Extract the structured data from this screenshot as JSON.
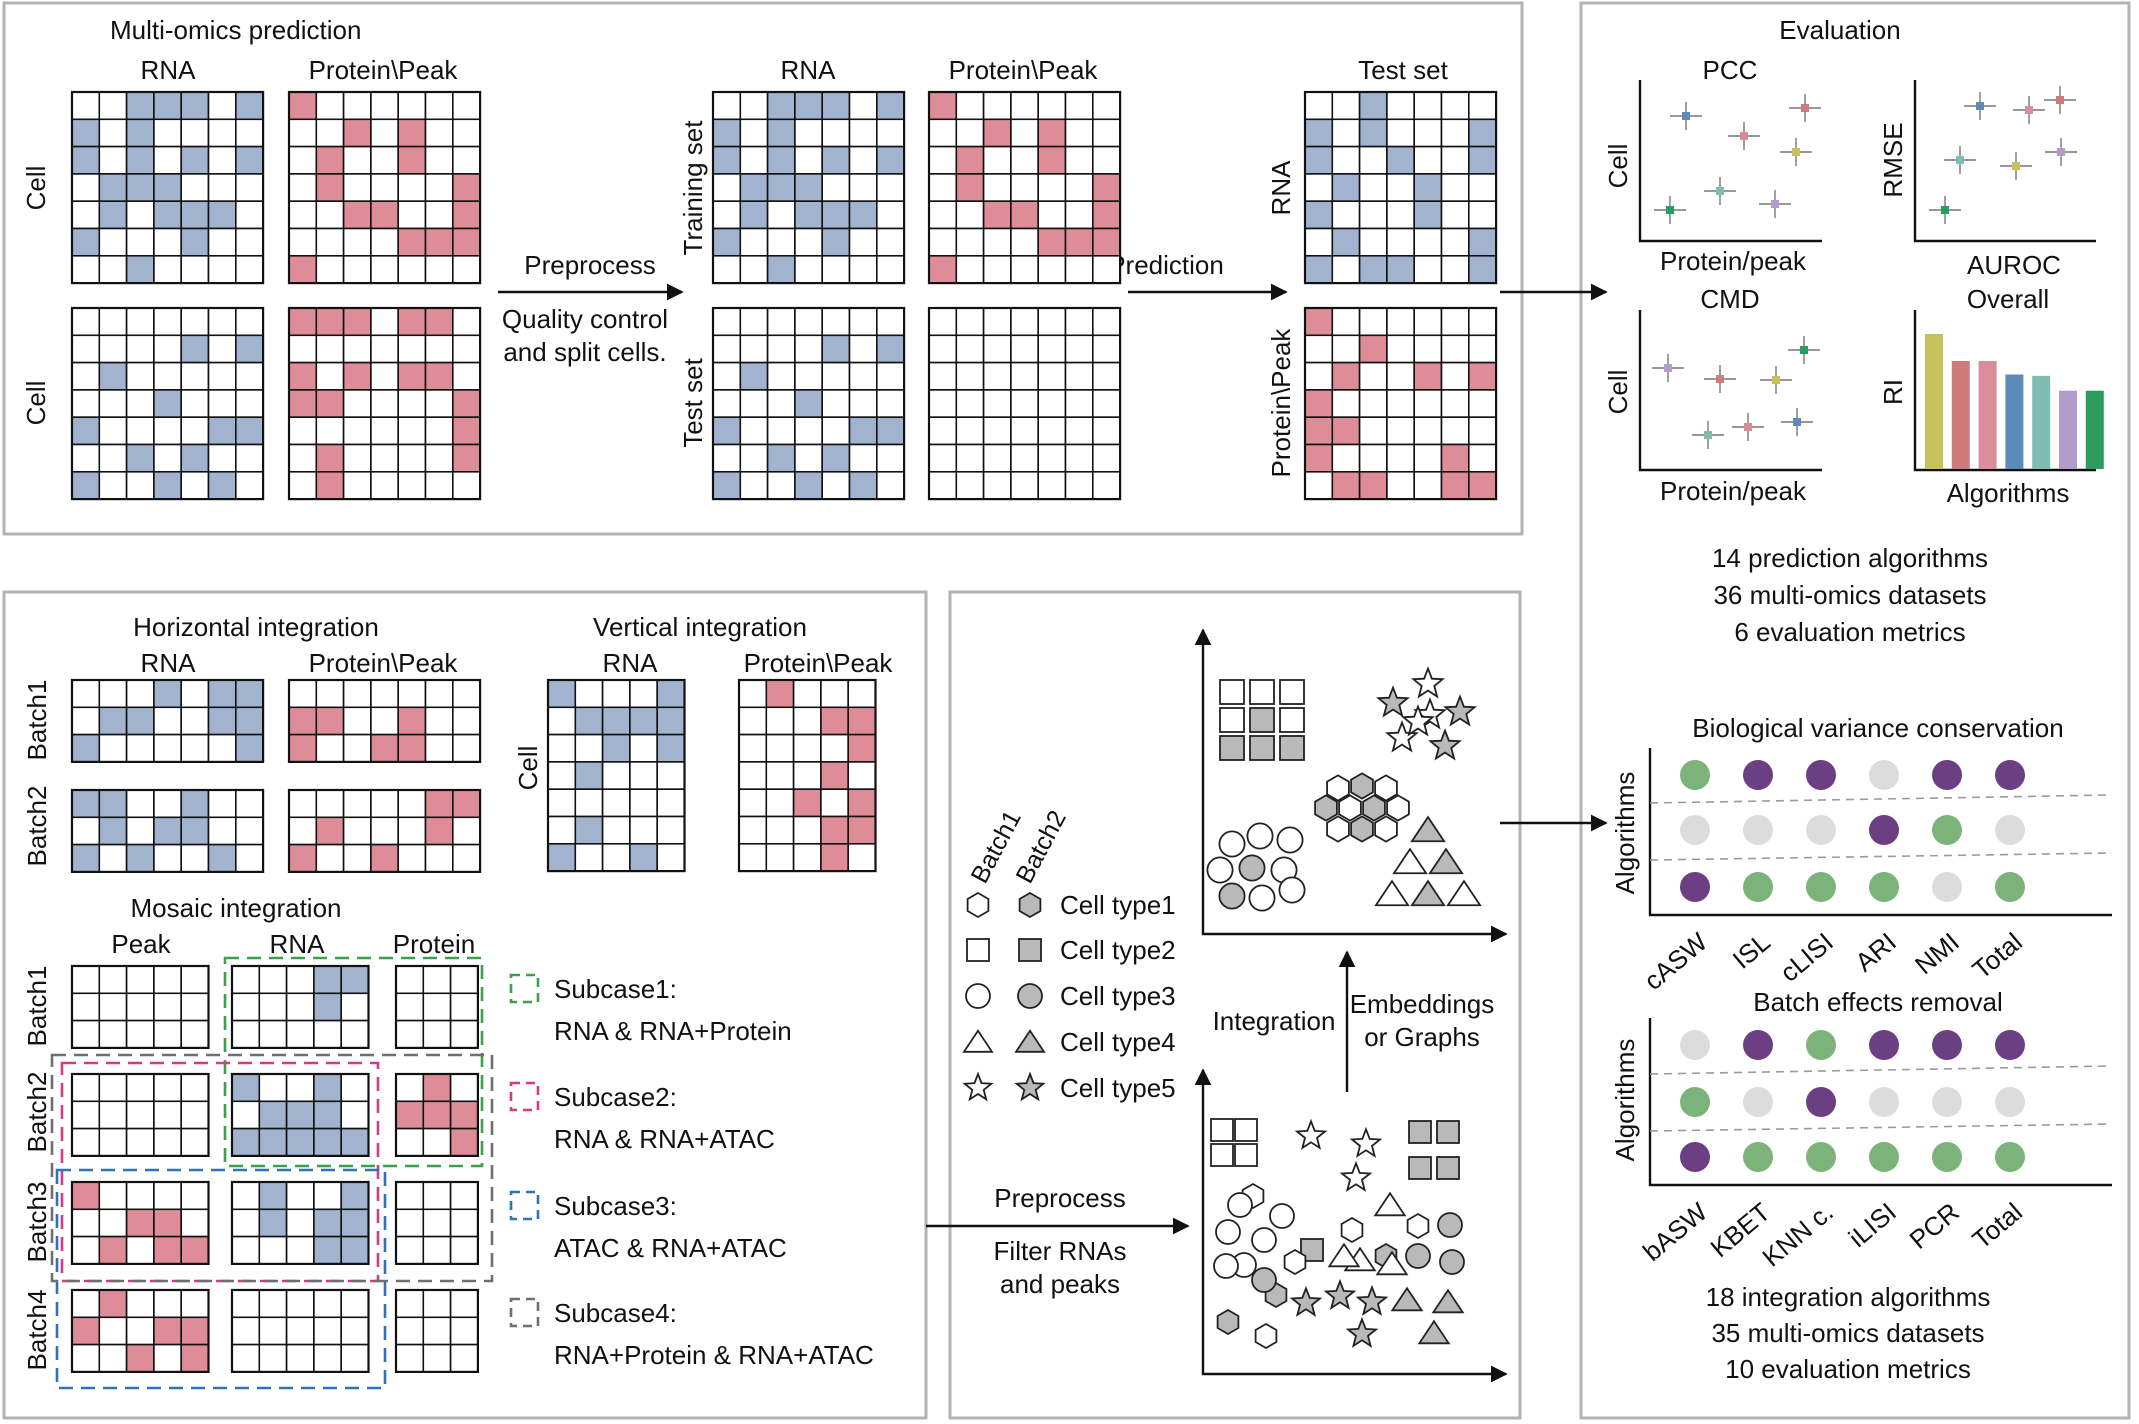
{
  "colors": {
    "blue": "#a1b3cf",
    "pink": "#de8c97",
    "green": "#7cb37a",
    "purple": "#6c3f82",
    "lightgray": "#dcdcdc",
    "grayfill": "#b9b9b9",
    "subcase1": "#3aa04a",
    "subcase2": "#d23b86",
    "subcase3": "#2f73b5",
    "subcase4": "#6f6f6f"
  },
  "prediction": {
    "title": "Multi-omics prediction",
    "rna": "RNA",
    "protein_peak": "Protein\\Peak",
    "cell": "Cell",
    "preprocess": "Preprocess",
    "qc_line1": "Quality control",
    "qc_line2": "and split cells.",
    "training_set": "Training set",
    "test_set": "Test set",
    "prediction_label": "Prediction",
    "test_set_title": "Test set",
    "protein_peak_vertical": "Protein\\Peak"
  },
  "evaluation": {
    "title": "Evaluation",
    "pcc": "PCC",
    "cmd": "CMD",
    "rmse": "RMSE",
    "auroc": "AUROC",
    "overall": "Overall",
    "ri": "RI",
    "cell": "Cell",
    "protein_peak": "Protein/peak",
    "algorithms": "Algorithms",
    "summary": [
      "14 prediction algorithms",
      "36 multi-omics datasets",
      "6 evaluation metrics"
    ],
    "overall_values": [
      1.0,
      0.8,
      0.8,
      0.7,
      0.69,
      0.58,
      0.58
    ],
    "overall_colors": [
      "#c7c15a",
      "#cf7b7b",
      "#d98d9b",
      "#5d8ab8",
      "#7fbcb2",
      "#b29ccc",
      "#2e9b5e"
    ]
  },
  "integration": {
    "horizontal": "Horizontal integration",
    "vertical": "Vertical integration",
    "rna": "RNA",
    "protein_peak": "Protein\\Peak",
    "batch1": "Batch1",
    "batch2": "Batch2",
    "batch3": "Batch3",
    "batch4": "Batch4",
    "cell": "Cell",
    "mosaic": "Mosaic integration",
    "peak": "Peak",
    "protein": "Protein",
    "subcases": [
      {
        "title": "Subcase1:",
        "desc": "RNA & RNA+Protein"
      },
      {
        "title": "Subcase2:",
        "desc": "RNA & RNA+ATAC"
      },
      {
        "title": "Subcase3:",
        "desc": "ATAC & RNA+ATAC"
      },
      {
        "title": "Subcase4:",
        "desc": "RNA+Protein & RNA+ATAC"
      }
    ]
  },
  "process": {
    "legend_batch1": "Batch1",
    "legend_batch2": "Batch2",
    "cell_types": [
      "Cell type1",
      "Cell type2",
      "Cell type3",
      "Cell type4",
      "Cell type5"
    ],
    "preprocess": "Preprocess",
    "filter_line1": "Filter RNAs",
    "filter_line2": "and peaks",
    "integration": "Integration",
    "embeddings_line1": "Embeddings",
    "embeddings_line2": "or Graphs"
  },
  "bio": {
    "title": "Biological variance conservation",
    "ylabel": "Algorithms",
    "metrics": [
      "cASW",
      "ISL",
      "cLISI",
      "ARI",
      "NMI",
      "Total"
    ],
    "rows": [
      [
        "green",
        "purple",
        "purple",
        "lightgray",
        "purple",
        "purple"
      ],
      [
        "lightgray",
        "lightgray",
        "lightgray",
        "purple",
        "green",
        "lightgray"
      ],
      [
        "purple",
        "green",
        "green",
        "green",
        "lightgray",
        "green"
      ]
    ]
  },
  "batch": {
    "title": "Batch effects removal",
    "ylabel": "Algorithms",
    "metrics": [
      "bASW",
      "KBET",
      "KNN c.",
      "iLISI",
      "PCR",
      "Total"
    ],
    "rows": [
      [
        "lightgray",
        "purple",
        "green",
        "purple",
        "purple",
        "purple"
      ],
      [
        "green",
        "lightgray",
        "purple",
        "lightgray",
        "lightgray",
        "lightgray"
      ],
      [
        "purple",
        "green",
        "green",
        "green",
        "green",
        "green"
      ]
    ],
    "summary": [
      "18 integration algorithms",
      "35 multi-omics datasets",
      "10 evaluation metrics"
    ]
  }
}
